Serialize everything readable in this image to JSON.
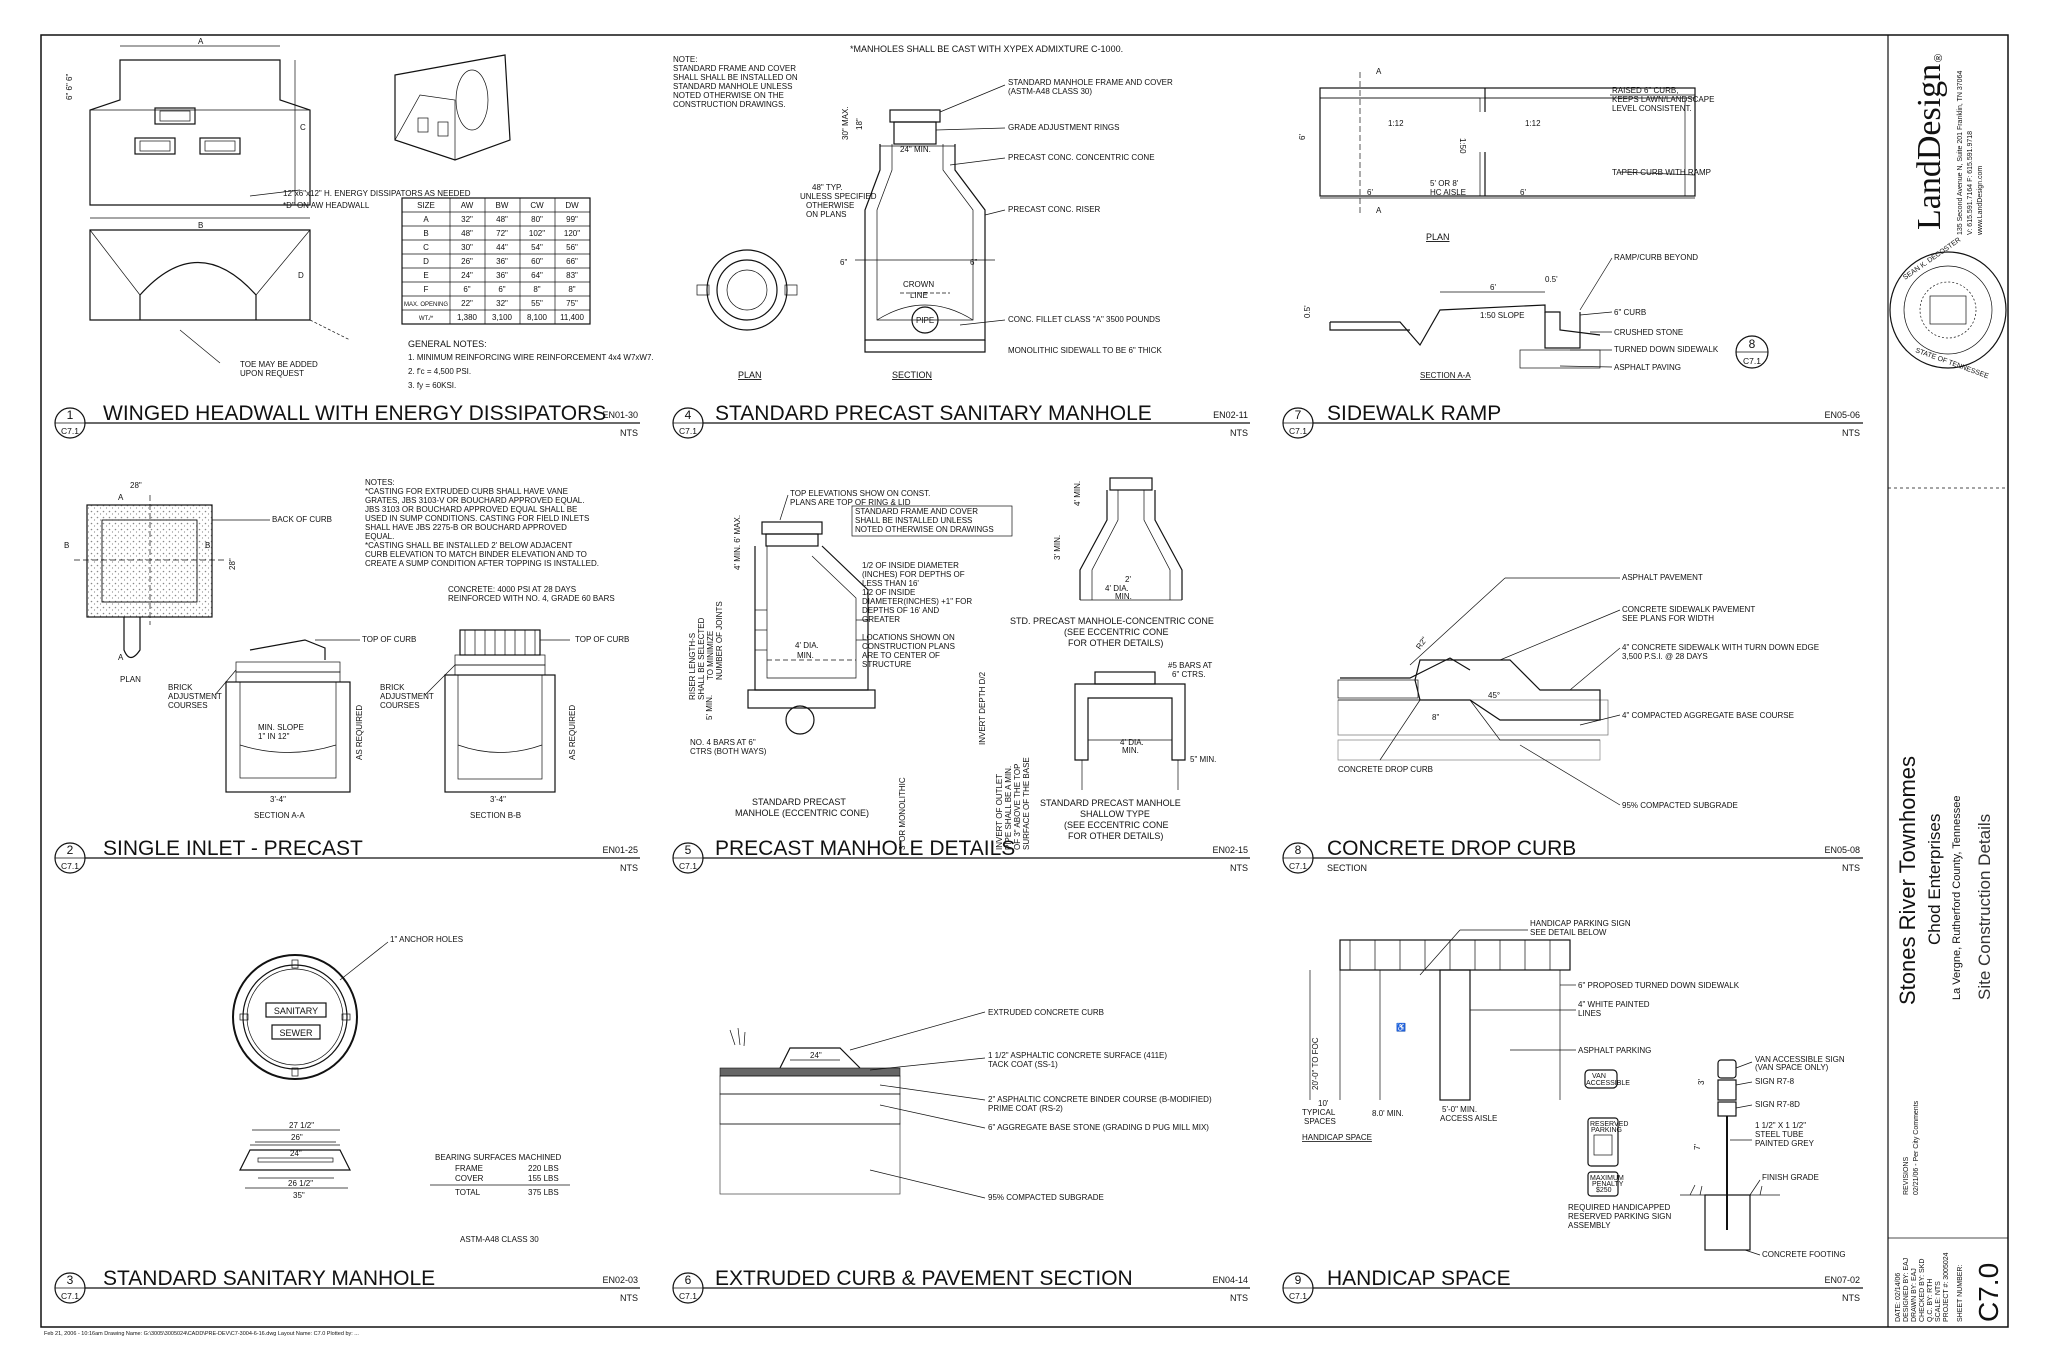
{
  "details": [
    {
      "num": "1",
      "ref": "C7.1",
      "title": "WINGED HEADWALL WITH ENERGY DISSIPATORS",
      "code": "EN01-30",
      "scale": "NTS"
    },
    {
      "num": "4",
      "ref": "C7.1",
      "title": "STANDARD PRECAST SANITARY MANHOLE",
      "code": "EN02-11",
      "scale": "NTS"
    },
    {
      "num": "7",
      "ref": "C7.1",
      "title": "SIDEWALK RAMP",
      "code": "EN05-06",
      "scale": "NTS"
    },
    {
      "num": "2",
      "ref": "C7.1",
      "title": "SINGLE INLET - PRECAST",
      "code": "EN01-25",
      "scale": "NTS"
    },
    {
      "num": "5",
      "ref": "C7.1",
      "title": "PRECAST MANHOLE DETAILS",
      "code": "EN02-15",
      "scale": "NTS"
    },
    {
      "num": "8",
      "ref": "C7.1",
      "title": "CONCRETE DROP CURB",
      "code": "EN05-08",
      "scale": "NTS",
      "sub": "SECTION"
    },
    {
      "num": "3",
      "ref": "C7.1",
      "title": "STANDARD SANITARY MANHOLE",
      "code": "EN02-03",
      "scale": "NTS"
    },
    {
      "num": "6",
      "ref": "C7.1",
      "title": "EXTRUDED CURB & PAVEMENT SECTION",
      "code": "EN04-14",
      "scale": "NTS"
    },
    {
      "num": "9",
      "ref": "C7.1",
      "title": "HANDICAP SPACE",
      "code": "EN07-02",
      "scale": "NTS"
    }
  ],
  "d1": {
    "callout_dissipators": "12\"x6\"x12\" H. ENERGY DISSIPATORS AS NEEDED",
    "callout_headwall": "*D\" ON AW HEADWALL",
    "callout_toe1": "TOE MAY BE ADDED",
    "callout_toe2": "UPON REQUEST",
    "table_headers": [
      "SIZE",
      "AW",
      "BW",
      "CW",
      "DW"
    ],
    "table_rows": [
      [
        "A",
        "32\"",
        "48\"",
        "80\"",
        "99\""
      ],
      [
        "B",
        "48\"",
        "72\"",
        "102\"",
        "120\""
      ],
      [
        "C",
        "30\"",
        "44\"",
        "54\"",
        "56\""
      ],
      [
        "D",
        "26\"",
        "36\"",
        "60\"",
        "66\""
      ],
      [
        "E",
        "24\"",
        "36\"",
        "64\"",
        "83\""
      ],
      [
        "F",
        "6\"",
        "6\"",
        "8\"",
        "8\""
      ],
      [
        "MAX. OPENING",
        "22\"",
        "32\"",
        "55\"",
        "75\""
      ],
      [
        "WT./*",
        "1,380",
        "3,100",
        "8,100",
        "11,400"
      ]
    ],
    "gen_notes_title": "GENERAL NOTES:",
    "gen_notes": [
      "1. MINIMUM REINFORCING WIRE REINFORCEMENT 4x4 W7xW7.",
      "2. f'c = 4,500 PSI.",
      "3. fy = 60KSI."
    ]
  },
  "d4": {
    "top_note": "*MANHOLES SHALL BE CAST WITH XYPEX ADMIXTURE C-1000.",
    "note_lines": [
      "NOTE:",
      "STANDARD FRAME AND COVER",
      "SHALL SHALL BE INSTALLED ON",
      "STANDARD MANHOLE UNLESS",
      "NOTED OTHERWISE ON THE",
      "CONSTRUCTION DRAWINGS."
    ],
    "labels": [
      "STANDARD MANHOLE FRAME AND COVER",
      "(ASTM-A48 CLASS 30)",
      "GRADE ADJUSTMENT RINGS",
      "PRECAST CONC. CONCENTRIC CONE",
      "PRECAST CONC. RISER",
      "CONC. FILLET CLASS \"A\" 3500 POUNDS",
      "MONOLITHIC SIDEWALL TO BE 6\" THICK"
    ],
    "typ": [
      "48\" TYP.",
      "UNLESS SPECIFIED",
      "OTHERWISE",
      "ON PLANS"
    ],
    "min24": "24\" MIN.",
    "crown": "CROWN",
    "crown2": "LINE",
    "pipe": "PIPE",
    "plan": "PLAN",
    "section": "SECTION"
  },
  "d7": {
    "labels": [
      "RAISED 6\" CURB,",
      "KEEPS LAWN/LANDSCAPE",
      "LEVEL CONSISTENT.",
      "TAPER CURB WITH RAMP",
      "RAMP/CURB BEYOND",
      "6\" CURB",
      "CRUSHED STONE",
      "TURNED DOWN SIDEWALK",
      "ASPHALT PAVING"
    ],
    "plan": "PLAN",
    "section": "SECTION A-A",
    "slope": "1:50 SLOPE",
    "ratio1": "1:12",
    "ratio2": "1:50",
    "ratio3": "1:12",
    "aisle": "5' OR 8'",
    "aisle2": "HC AISLE",
    "bubble_num": "8",
    "bubble_ref": "C7.1"
  },
  "d2": {
    "notes": [
      "NOTES:",
      "*CASTING FOR EXTRUDED CURB SHALL HAVE VANE",
      "GRATES, JBS 3103-V OR BOUCHARD APPROVED EQUAL.",
      "JBS 3103 OR BOUCHARD APPROVED EQUAL SHALL BE",
      "USED IN SUMP CONDITIONS. CASTING FOR FIELD INLETS",
      "SHALL HAVE JBS 2275-B OR BOUCHARD APPROVED",
      "EQUAL.",
      "*CASTING SHALL BE INSTALLED 2' BELOW ADJACENT",
      "CURB ELEVATION TO MATCH BINDER ELEVATION AND TO",
      "CREATE A SUMP CONDITION AFTER TOPPING IS INSTALLED."
    ],
    "concrete": [
      "CONCRETE: 4000 PSI AT 28 DAYS",
      "REINFORCED WITH NO. 4, GRADE 60 BARS"
    ],
    "back_of_curb": "BACK OF CURB",
    "top_of_curb": "TOP OF CURB",
    "brick": [
      "BRICK",
      "ADJUSTMENT",
      "COURSES"
    ],
    "min_slope": [
      "MIN. SLOPE",
      "1\" IN 12\""
    ],
    "as_req": "AS REQUIRED",
    "plan": "PLAN",
    "sec_a": "SECTION A-A",
    "sec_b": "SECTION B-B",
    "dim_w": "3'-4\"",
    "dim_28": "28\""
  },
  "d5": {
    "labels_top": [
      "TOP ELEVATIONS SHOW ON CONST.",
      "PLANS ARE TOP OF RING & LID"
    ],
    "box": [
      "STANDARD FRAME AND COVER",
      "SHALL BE INSTALLED UNLESS",
      "NOTED OTHERWISE ON DRAWINGS"
    ],
    "inside": [
      "1/2 OF INSIDE DIAMETER",
      "(INCHES) FOR DEPTHS OF",
      "LESS THAN 16'",
      "1/2 OF INSIDE",
      "DIAMETER(INCHES) +1\" FOR",
      "DEPTHS OF 16' AND",
      "GREATER"
    ],
    "locations": [
      "LOCATIONS SHOWN ON",
      "CONSTRUCTION PLANS",
      "ARE TO CENTER OF",
      "STRUCTURE"
    ],
    "bars": [
      "NO. 4 BARS AT 6\"",
      "CTRS (BOTH WAYS)"
    ],
    "std_ecc": [
      "STANDARD PRECAST",
      "MANHOLE (ECCENTRIC CONE)"
    ],
    "std_conc": [
      "STD. PRECAST MANHOLE-CONCENTRIC CONE",
      "(SEE ECCENTRIC CONE",
      "FOR OTHER DETAILS)"
    ],
    "shallow": [
      "STANDARD PRECAST MANHOLE",
      "SHALLOW TYPE",
      "(SEE ECCENTRIC CONE",
      "FOR OTHER DETAILS)"
    ],
    "bars8": [
      "#5 BARS AT",
      "6\" CTRS."
    ],
    "dia": "4' DIA.",
    "min": "MIN.",
    "min5": "5\" MIN.",
    "invert": "INVERT DEPTH D/2",
    "invert_outlet": [
      "INVERT OF OUTLET",
      "PIPE SHALL BE A MIN.",
      "OF 3\" ABOVE THE TOP",
      "SURFACE OF THE BASE"
    ],
    "mono": "3' OR MONOLITHIC",
    "riser": [
      "RISER LENGTH-S",
      "SHALL BE SELECTED",
      "TO MINIMIZE",
      "NUMBER OF JOINTS"
    ],
    "dim_2": "2'",
    "dim_3": "3' MIN.",
    "dim_4": "4' MIN.",
    "dim_5": "5' MIN.",
    "dim_4max": "4' MIN. 6' MAX."
  },
  "d8": {
    "labels": [
      "ASPHALT PAVEMENT",
      "CONCRETE SIDEWALK PAVEMENT",
      "SEE PLANS FOR WIDTH",
      "4\" CONCRETE SIDEWALK WITH TURN DOWN EDGE",
      "3,500 P.S.I. @ 28 DAYS",
      "4\" COMPACTED AGGREGATE BASE COURSE",
      "CONCRETE DROP CURB",
      "95% COMPACTED SUBGRADE"
    ],
    "r": "R2\"",
    "ang": "45°"
  },
  "d3": {
    "anchor": "1\" ANCHOR HOLES",
    "sanitary": "SANITARY",
    "sewer": "SEWER",
    "bearing_title": "BEARING SURFACES MACHINED",
    "bearing": [
      [
        "FRAME",
        "220 LBS"
      ],
      [
        "COVER",
        "155 LBS"
      ],
      [
        "TOTAL",
        "375 LBS"
      ]
    ],
    "astm": "ASTM-A48 CLASS 30",
    "dims": [
      "27 1/2\"",
      "26\"",
      "24\"",
      "26 1/2\"",
      "35\""
    ]
  },
  "d6": {
    "labels": [
      "EXTRUDED CONCRETE CURB",
      "1 1/2\" ASPHALTIC CONCRETE SURFACE (411E)",
      "TACK COAT (SS-1)",
      "2\" ASPHALTIC CONCRETE BINDER COURSE (B-MODIFIED)",
      "PRIME COAT (RS-2)",
      "6\" AGGREGATE BASE STONE (GRADING D PUG MILL MIX)",
      "95% COMPACTED SUBGRADE"
    ],
    "dim": "24\""
  },
  "d9": {
    "labels": [
      "HANDICAP PARKING SIGN",
      "SEE DETAIL BELOW",
      "6\" PROPOSED TURNED DOWN SIDEWALK",
      "4\" WHITE PAINTED",
      "LINES",
      "ASPHALT PARKING",
      "VAN ACCESSIBLE SIGN",
      "(VAN SPACE ONLY)",
      "SIGN R7-8",
      "SIGN R7-8D",
      "1 1/2\" X 1 1/2\"",
      "STEEL TUBE",
      "PAINTED GREY",
      "FINISH GRADE",
      "CONCRETE FOOTING",
      "REQUIRED HANDICAPPED",
      "RESERVED PARKING SIGN",
      "ASSEMBLY"
    ],
    "to_foc": "20'-0\" TO FOC",
    "typical": [
      "10'",
      "TYPICAL",
      "SPACES"
    ],
    "min8": "8.0' MIN.",
    "aisle": [
      "5'-0\" MIN.",
      "ACCESS AISLE"
    ],
    "hc_space": "HANDICAP SPACE",
    "van": "VAN",
    "van2": "ACCESSIBLE",
    "reserved": "RESERVED",
    "reserved2": "PARKING",
    "max": "MAXIMUM",
    "max2": "PENALTY",
    "max3": "$250",
    "h7": "7'",
    "h3": "3'"
  },
  "title_block": {
    "firm": "LandDesign",
    "firm_mark": "®",
    "address": [
      "135 Second Avenue N, Suite 201 Franklin, TN 37064",
      "V: 615.591.7164 F: 615.591.9718",
      "www.LandDesign.com"
    ],
    "seal_name": "SEAN K. DECOSTER",
    "seal_state": "STATE OF TENNESSEE",
    "project": "Stones River Townhomes",
    "client": "Chod Enterprises",
    "location": "La Vergne, Rutherford County, Tennessee",
    "sheet_title": "Site Construction Details",
    "revisions_title": "REVISIONS",
    "revision_1": "02/21/06 - Per City Comments",
    "meta": [
      "DATE: 02/14/06",
      "DESIGNED BY: EAJ",
      "DRAWN BY: EAJ",
      "CHECKED BY: SKD",
      "Q.C. BY: RTH",
      "SCALE: NTS",
      "PROJECT #: 3005024"
    ],
    "sheet_label": "SHEET NUMBER:",
    "sheet_number": "C7.0"
  },
  "footer": "Feb 21, 2006 - 10:16am Drawing Name: G:\\3005\\3005024\\CADD\\PRE-DEV\\C7-3004-6-16.dwg  Layout Name: C7.0  Plotted by: ..."
}
